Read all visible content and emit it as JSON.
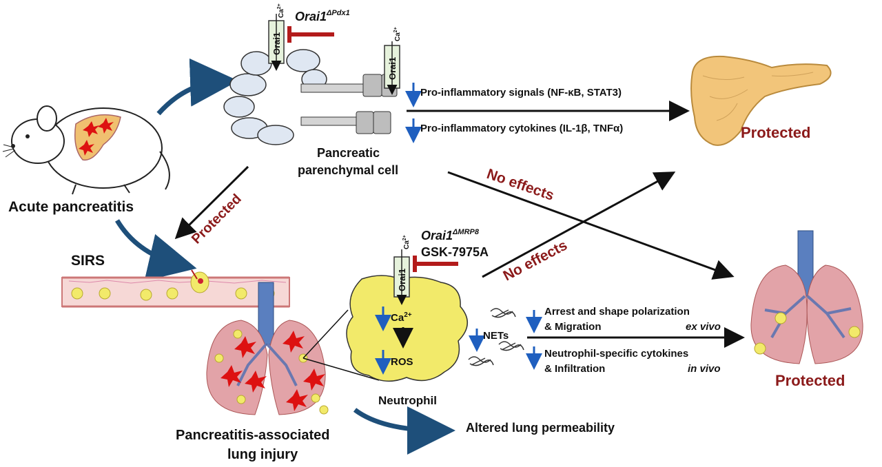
{
  "labels": {
    "acute_pancreatitis": "Acute pancreatitis",
    "sirs": "SIRS",
    "parenchymal_line1": "Pancreatic",
    "parenchymal_line2": "parenchymal cell",
    "orai1_pdx1": "Orai1",
    "orai1_pdx1_sup": "ΔPdx1",
    "orai1_mrp8": "Orai1",
    "orai1_mrp8_sup": "ΔMRP8",
    "gsk": "GSK-7975A",
    "orai1_channel": "Orai1",
    "ca_sup": "Ca",
    "ca_sup_charge": "2+",
    "pro_inflam_signals": "Pro-inflammatory signals (NF-κB, STAT3)",
    "pro_inflam_cytokines": "Pro-inflammatory cytokines (IL-1β, TNFα)",
    "protected_pancreas": "Protected",
    "protected_left": "Protected",
    "protected_lung": "Protected",
    "no_effects_1": "No effects",
    "no_effects_2": "No effects",
    "ca2": "Ca",
    "ca2_charge": "2+",
    "ros": "ROS",
    "nets": "NETs",
    "neutrophil": "Neutrophil",
    "arrest_line1": "Arrest and shape polarization",
    "arrest_line2": "& Migration",
    "ex_vivo": "ex vivo",
    "neutro_line1": "Neutrophil-specific cytokines",
    "neutro_line2": "& Infiltration",
    "in_vivo": "in vivo",
    "lung_injury_line1": "Pancreatitis-associated",
    "lung_injury_line2": "lung injury",
    "altered_permeability": "Altered lung permeability"
  },
  "colors": {
    "dark_red": "#8b1a1a",
    "blue_arrow": "#1f5fbf",
    "navy_curve": "#1e4f7a",
    "neutrophil_yellow": "#f2ea6a",
    "lung_pink": "#e2a3a8",
    "trachea_blue": "#5a7fbf",
    "pancreas_orange": "#f0c070"
  }
}
